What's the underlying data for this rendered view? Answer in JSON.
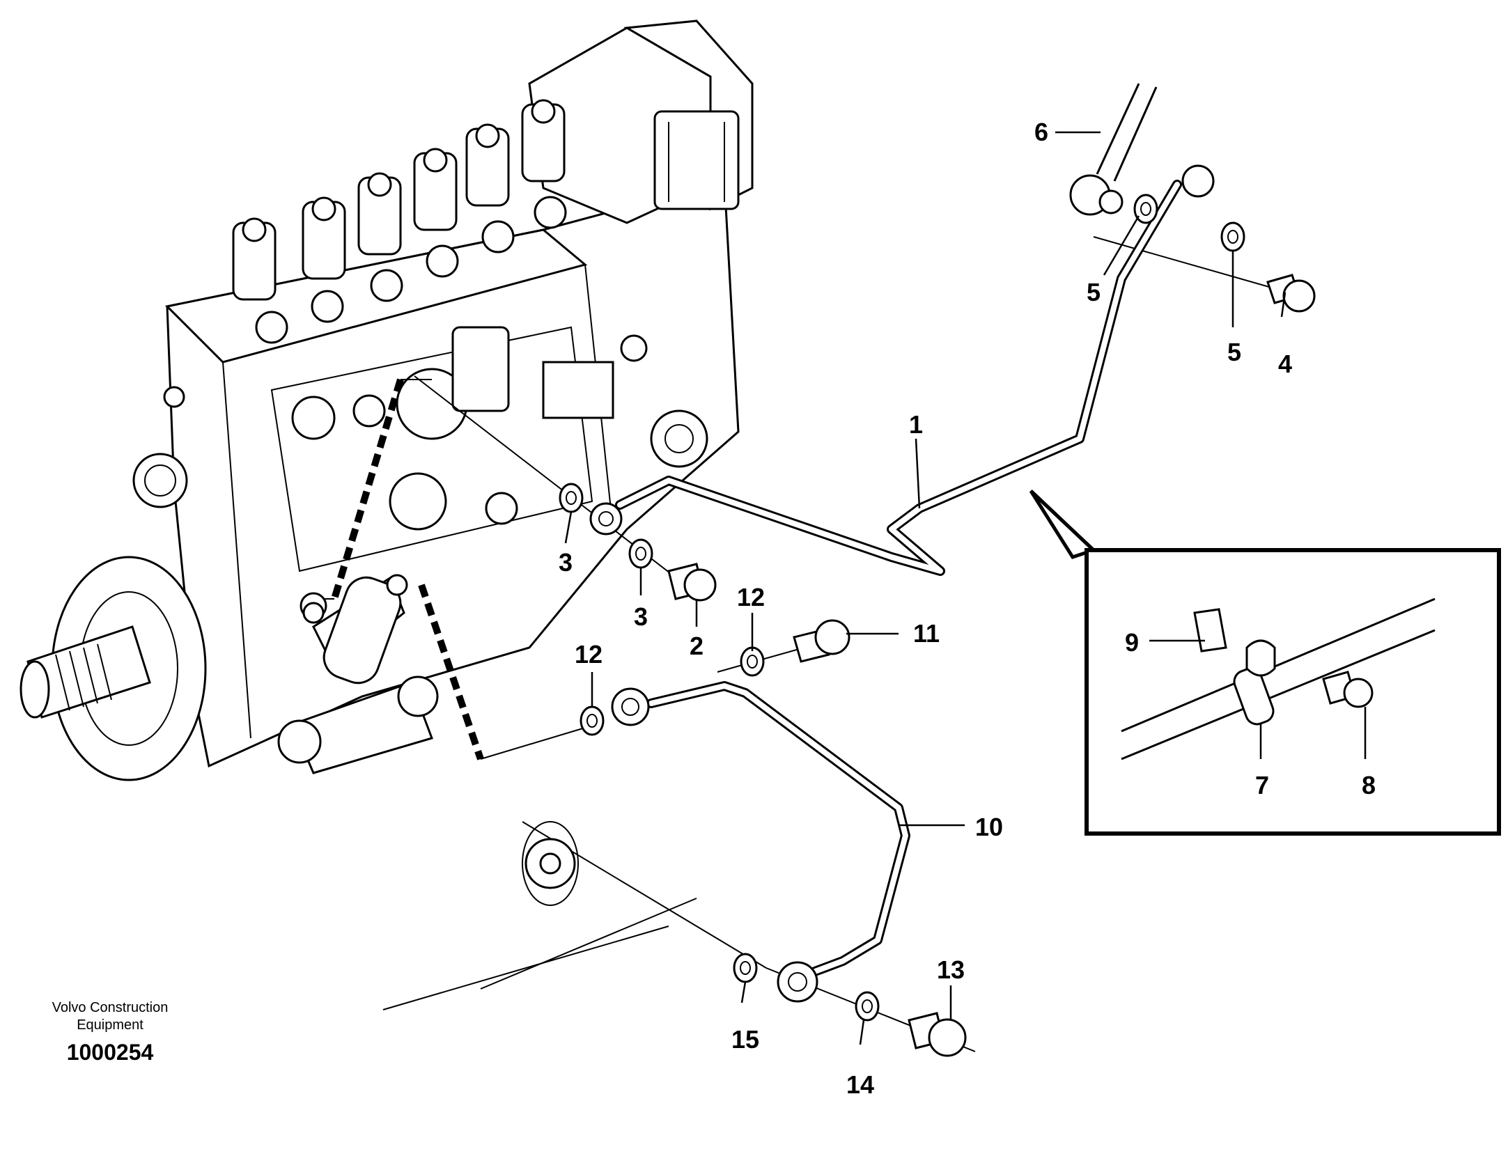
{
  "callouts": [
    {
      "id": "c1",
      "label": "1"
    },
    {
      "id": "c2",
      "label": "2"
    },
    {
      "id": "c3a",
      "label": "3"
    },
    {
      "id": "c3b",
      "label": "3"
    },
    {
      "id": "c4",
      "label": "4"
    },
    {
      "id": "c5a",
      "label": "5"
    },
    {
      "id": "c5b",
      "label": "5"
    },
    {
      "id": "c6",
      "label": "6"
    },
    {
      "id": "c7",
      "label": "7"
    },
    {
      "id": "c8",
      "label": "8"
    },
    {
      "id": "c9",
      "label": "9"
    },
    {
      "id": "c10",
      "label": "10"
    },
    {
      "id": "c11",
      "label": "11"
    },
    {
      "id": "c12a",
      "label": "12"
    },
    {
      "id": "c12b",
      "label": "12"
    },
    {
      "id": "c13",
      "label": "13"
    },
    {
      "id": "c14",
      "label": "14"
    },
    {
      "id": "c15",
      "label": "15"
    }
  ],
  "footer": {
    "brand_line1": "Volvo Construction",
    "brand_line2": "Equipment",
    "doc_number": "1000254"
  }
}
